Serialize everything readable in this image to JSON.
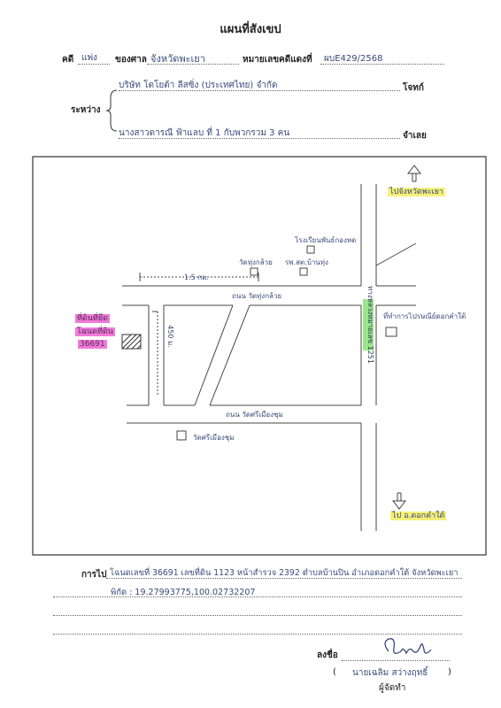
{
  "title": "แผนที่สังเขป",
  "case": {
    "label": "คดี",
    "type": "แพ่ง",
    "court_label": "ของศาล",
    "court": "จังหวัดพะเยา",
    "number_label": "หมายเลขคดีแดงที่",
    "number": "ผบE429/2568"
  },
  "parties": {
    "between_label": "ระหว่าง",
    "plaintiff": "บริษัท โตโยต้า ลีสซิ่ง (ประเทศไทย) จำกัด",
    "plaintiff_role": "โจทก์",
    "defendant": "นางสาวดารณี ฟ้าแลบ ที่ 1 กับพวกรวม 3 คน",
    "defendant_role": "จำเลย"
  },
  "map": {
    "to_phayao": "ไปจังหวัดพะเยา",
    "to_dok_kham_tai": "ไป อ.ดอกคำใต้",
    "school": "โรงเรียนพันธ์กองหด",
    "temple_top": "วัดทุ่งกล้วย",
    "health_center": "รพ.สต.บ้านทุ่ง",
    "distance_top": "1.5 กม.",
    "road_temple": "ถนน วัดทุ่งกล้วย",
    "road_si": "ถนน วัดศรีเมืองชุม",
    "highway": "ทางหลวงหมายเลข 1251",
    "office": "ที่ทำการไปรษณีย์ดอกคำใต้",
    "temple_bottom": "วัดศรีเมืองชุม",
    "distance_side": "450 ม.",
    "target_label": "ที่ดินที่ยึด",
    "deed_label": "โฉนดที่ดิน",
    "deed_number": "36691"
  },
  "directions": {
    "label": "การไป",
    "text": "โฉนดเลขที่ 36691 เลขที่ดิน 1123 หน้าสำรวจ 2392 ตำบลบ้านปิน อำเภอดอกคำใต้ จังหวัดพะเยา",
    "coords": "พิกัด : 19.27993775,100.02732207"
  },
  "signature": {
    "sign_label": "ลงชื่อ",
    "name": "นายเฉลิม สว่างฤทธิ์",
    "paren_open": "(",
    "paren_close": ")",
    "role": "ผู้จัดทำ"
  }
}
